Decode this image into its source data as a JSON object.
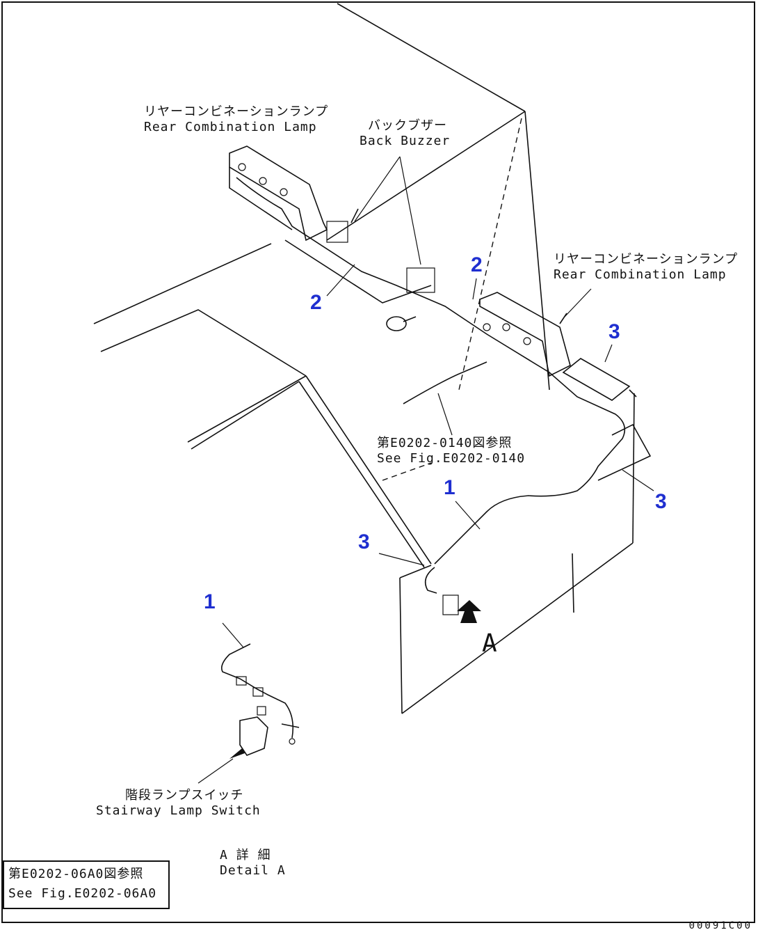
{
  "labels": {
    "rear_lamp_left": {
      "jp": "リヤーコンビネーションランプ",
      "en": "Rear Combination Lamp"
    },
    "back_buzzer": {
      "jp": "バックブザー",
      "en": "Back Buzzer"
    },
    "rear_lamp_right": {
      "jp": "リヤーコンビネーションランプ",
      "en": "Rear Combination Lamp"
    },
    "see_fig_0140": {
      "jp": "第E0202-0140図参照",
      "en": "See Fig.E0202-0140"
    },
    "stairway_switch": {
      "jp": "階段ランプスイッチ",
      "en": "Stairway Lamp Switch"
    },
    "detail_a": {
      "jp": "A 詳 細",
      "en": "Detail A"
    },
    "view_a": "A"
  },
  "callouts": {
    "num_2_left": "2",
    "num_2_mid": "2",
    "num_3_top_right": "3",
    "num_3_right": "3",
    "num_1_main": "1",
    "num_3_left": "3",
    "num_1_detail": "1"
  },
  "reference_box": {
    "jp": "第E0202-06A0図参照",
    "en": "See Fig.E0202-06A0"
  },
  "drawing_code": "00091C00",
  "colors": {
    "callout": "#1f2fd0",
    "line": "#111111",
    "background": "#ffffff"
  }
}
